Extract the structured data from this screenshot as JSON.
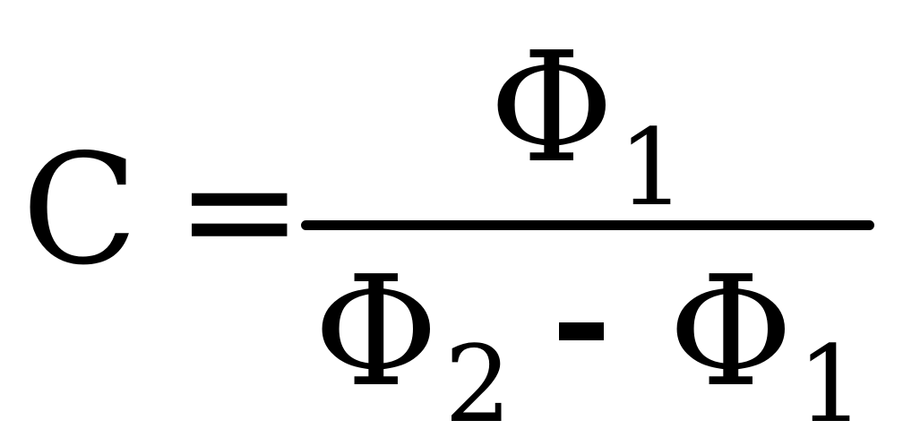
{
  "formula": {
    "lhs": "C",
    "equals": "=",
    "numerator": {
      "symbol": "Φ",
      "subscript": "1"
    },
    "denominator": {
      "term1": {
        "symbol": "Φ",
        "subscript": "2"
      },
      "operator": "-",
      "term2": {
        "symbol": "Φ",
        "subscript": "1"
      }
    }
  }
}
